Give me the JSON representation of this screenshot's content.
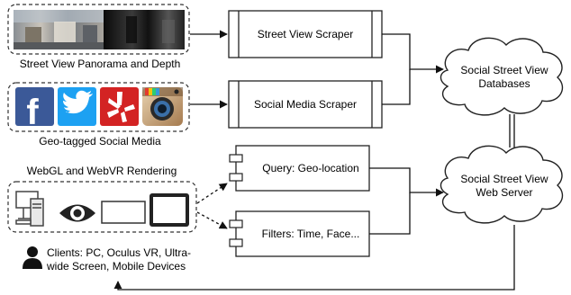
{
  "inputs": {
    "street_view": {
      "caption": "Street View Panorama and Depth"
    },
    "social_media": {
      "caption": "Geo-tagged Social Media",
      "icons": [
        "facebook-icon",
        "twitter-icon",
        "yelp-icon",
        "instagram-icon"
      ]
    },
    "clients": {
      "heading": "WebGL and WebVR Rendering",
      "caption_line1": "Clients: PC, Oculus VR, Ultra-",
      "caption_line2": "wide Screen, Mobile Devices",
      "devices": [
        "pc-icon",
        "oculus-eye-icon",
        "ultrawide-screen-icon",
        "tablet-icon"
      ]
    }
  },
  "scrapers": {
    "street_view": "Street View Scraper",
    "social_media": "Social Media Scraper"
  },
  "components": {
    "query": "Query: Geo-location",
    "filters": "Filters: Time, Face..."
  },
  "clouds": {
    "databases_line1": "Social Street View",
    "databases_line2": "Databases",
    "server_line1": "Social Street View",
    "server_line2": "Web Server"
  },
  "colors": {
    "facebook": "#3b5998",
    "twitter": "#1da1f2",
    "yelp": "#d32323",
    "instagram": "#c7a27a"
  }
}
